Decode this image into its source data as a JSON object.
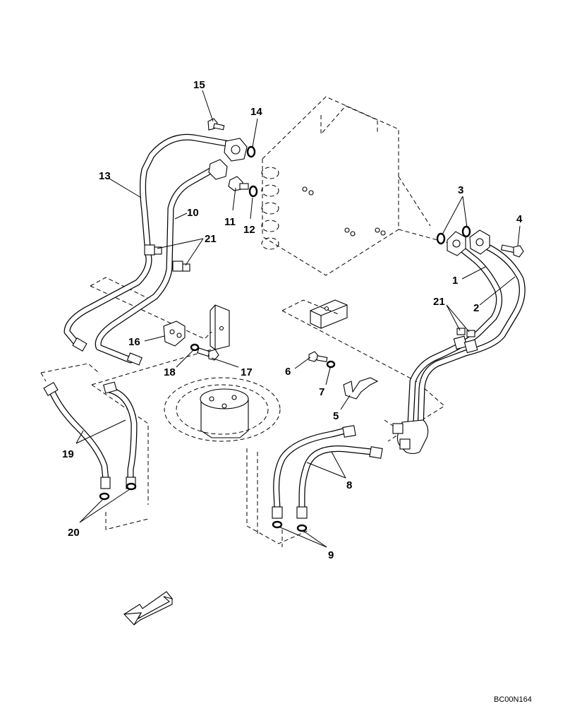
{
  "drawing_code": "BC00N164",
  "callouts": {
    "c1": "1",
    "c2": "2",
    "c3": "3",
    "c4": "4",
    "c5": "5",
    "c6": "6",
    "c7": "7",
    "c8": "8",
    "c9": "9",
    "c10": "10",
    "c11": "11",
    "c12": "12",
    "c13": "13",
    "c14": "14",
    "c15": "15",
    "c16": "16",
    "c17": "17",
    "c18": "18",
    "c19": "19",
    "c20": "20",
    "c21a": "21",
    "c21b": "21"
  }
}
